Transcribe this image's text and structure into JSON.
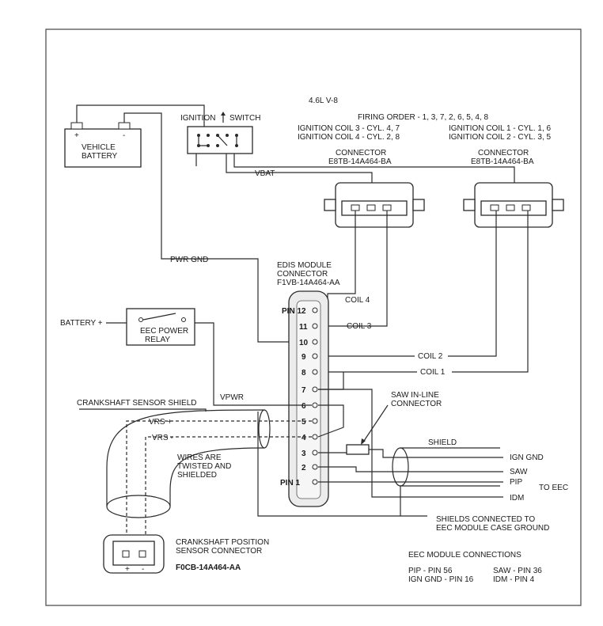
{
  "engine": "4.6L V-8",
  "firing_order": "FIRING ORDER - 1, 3, 7, 2, 6, 5, 4, 8",
  "coils_left": [
    "IGNITION COIL 3 - CYL. 4, 7",
    "IGNITION COIL 4 - CYL. 2, 8"
  ],
  "coils_right": [
    "IGNITION COIL 1 - CYL. 1, 6",
    "IGNITION COIL 2 - CYL. 3, 5"
  ],
  "connector_left": {
    "title": "CONNECTOR",
    "part": "E8TB-14A464-BA"
  },
  "connector_right": {
    "title": "CONNECTOR",
    "part": "E8TB-14A464-BA"
  },
  "ignition_switch": "IGNITION",
  "switch_word": "SWITCH",
  "battery": [
    "VEHICLE",
    "BATTERY"
  ],
  "vbat": "VBAT",
  "pwr_gnd": "PWR GND",
  "edis": [
    "EDIS MODULE",
    "CONNECTOR",
    "F1VB-14A464-AA"
  ],
  "battery_plus": "BATTERY +",
  "relay": [
    "EEC POWER",
    "RELAY"
  ],
  "vpwr": "VPWR",
  "crank_shield": "CRANKSHAFT SENSOR SHIELD",
  "vrs_plus": "VRS +",
  "vrs_minus": "VRS -",
  "twisted": [
    "WIRES ARE",
    "TWISTED AND",
    "SHIELDED"
  ],
  "pins": [
    "PIN 12",
    "11",
    "10",
    "9",
    "8",
    "7",
    "6",
    "5",
    "4",
    "3",
    "2",
    "PIN 1"
  ],
  "coil_labels": [
    "COIL 4",
    "COIL 3",
    "COIL 2",
    "COIL 1"
  ],
  "saw_connector": [
    "SAW IN-LINE",
    "CONNECTOR"
  ],
  "shield": "SHIELD",
  "eec_signals": [
    "IGN GND",
    "SAW",
    "PIP",
    "IDM"
  ],
  "to_eec": "TO EEC",
  "shields_note": [
    "SHIELDS CONNECTED TO",
    "EEC MODULE CASE GROUND"
  ],
  "ckp": [
    "CRANKSHAFT POSITION",
    "SENSOR CONNECTOR"
  ],
  "ckp_part": "F0CB-14A464-AA",
  "battery_terms": [
    "+",
    "-"
  ],
  "ckp_terms": [
    "+",
    "-"
  ],
  "eec_title": "EEC MODULE CONNECTIONS",
  "eec_conn": [
    "PIP - PIN 56",
    "SAW - PIN 36",
    "IGN GND - PIN 16",
    "IDM - PIN 4"
  ]
}
